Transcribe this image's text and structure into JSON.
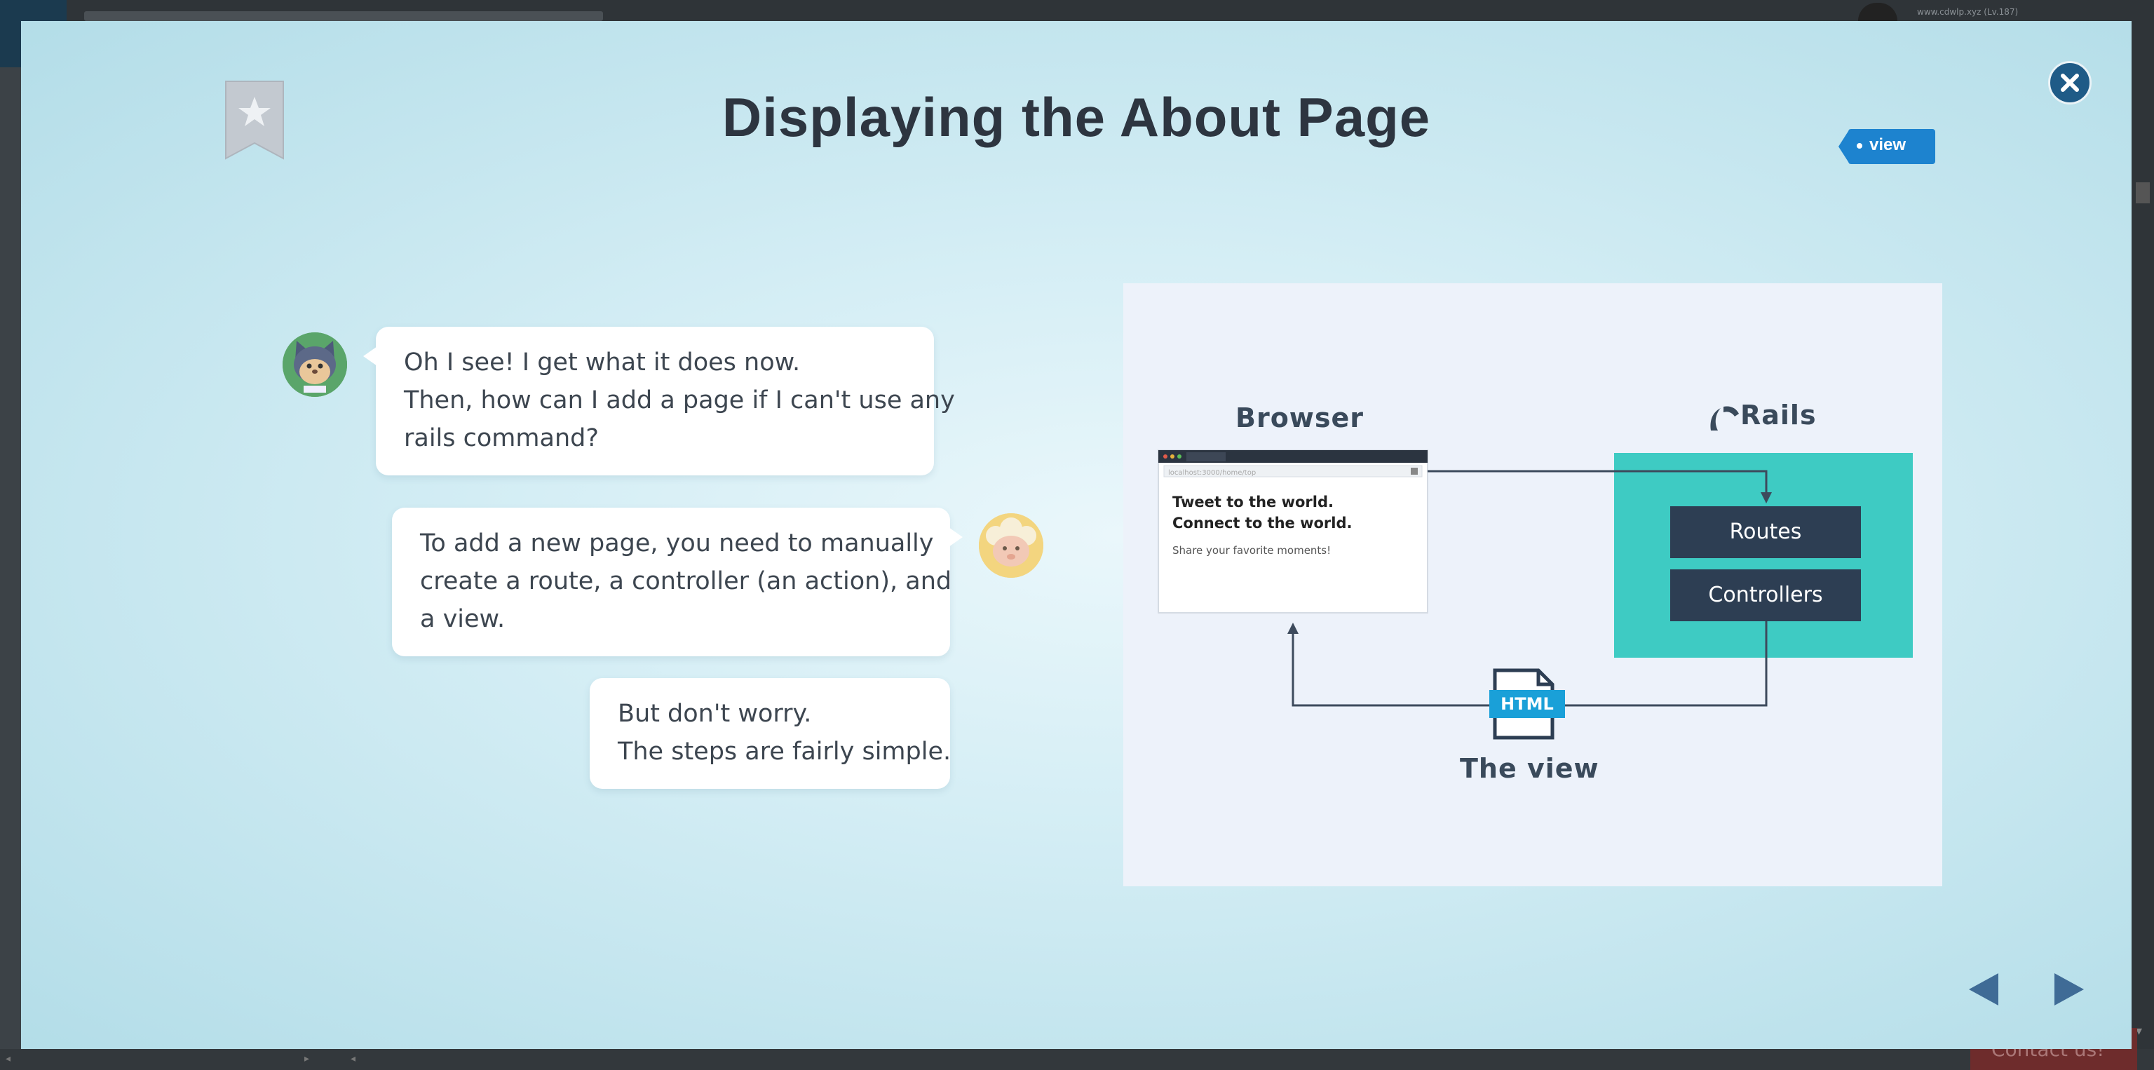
{
  "background": {
    "user_text": "www.cdwlp.xyz (Lv.187)",
    "contact_label": "Contact us!"
  },
  "modal": {
    "title": "Displaying the About Page",
    "view_tag": "view",
    "accent_color": "#1d83cf",
    "close_color": "#1f5b87"
  },
  "chat": {
    "messages": [
      {
        "speaker": "cat",
        "lines": [
          "Oh I see! I get what it does now.",
          "Then, how can I add a page if I can't use any",
          "rails command?"
        ]
      },
      {
        "speaker": "sheep",
        "lines": [
          "To add a new page, you need to manually",
          "create a route, a controller (an action), and",
          "a view."
        ]
      },
      {
        "speaker": "sheep",
        "lines": [
          "But don't worry.",
          "The steps are fairly simple."
        ]
      }
    ]
  },
  "diagram": {
    "browser_label": "Browser",
    "rails_label": "Rails",
    "url_text": "localhost:3000/home/top",
    "browser_line1": "Tweet to the world.",
    "browser_line2": "Connect to the world.",
    "browser_line3": "Share your favorite moments!",
    "routes_label": "Routes",
    "controllers_label": "Controllers",
    "html_label": "HTML",
    "view_label": "The view",
    "teal_color": "#3ecbc3",
    "navy_color": "#2d3e53"
  },
  "icons": {
    "bookmark": "bookmark-star-icon",
    "close": "close-icon",
    "prev": "prev-arrow-icon",
    "next": "next-arrow-icon",
    "rails": "rails-icon",
    "html_file": "html-file-icon"
  }
}
